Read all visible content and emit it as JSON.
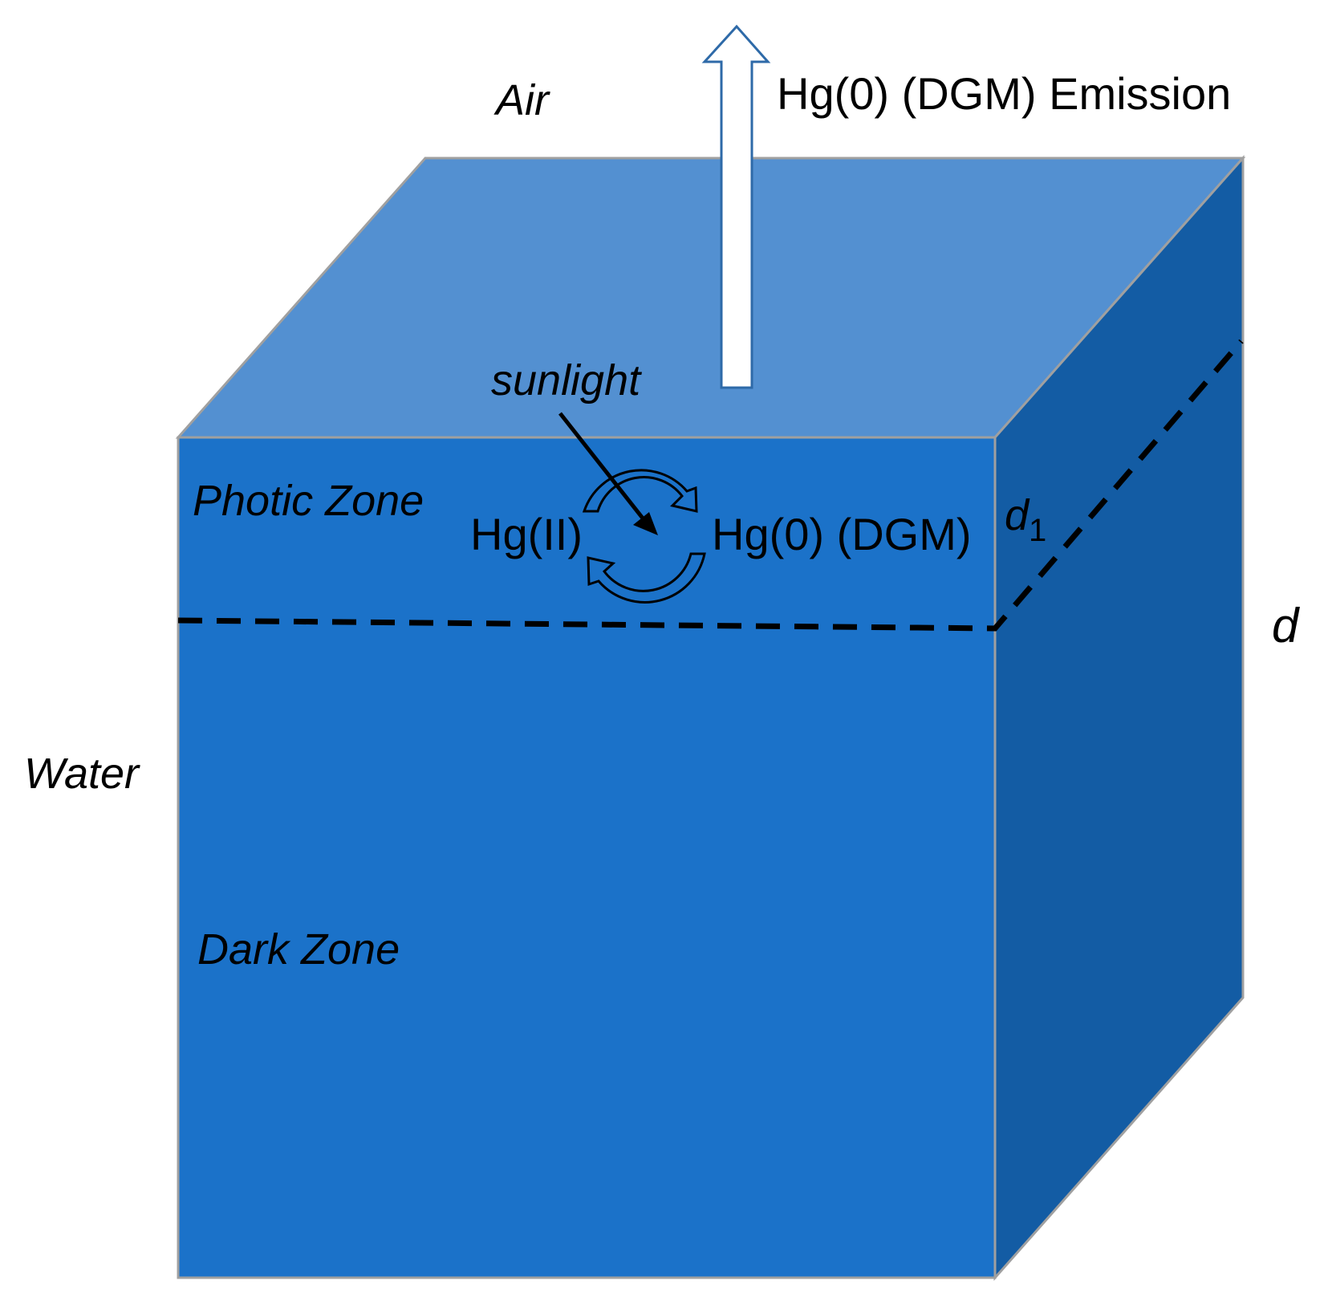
{
  "labels": {
    "air": "Air",
    "water": "Water",
    "emission": "Hg(0) (DGM) Emission",
    "sunlight": "sunlight",
    "photic_zone": "Photic Zone",
    "dark_zone": "Dark Zone",
    "hg_ii": "Hg(II)",
    "hg_0": "Hg(0) (DGM)",
    "d1_base": "d",
    "d1_sub": "1",
    "d": "d"
  },
  "colors": {
    "top_face": "#5390d1",
    "front_face": "#1b72c9",
    "side_face": "#135ca4",
    "edge": "#a0a0a0",
    "emission_arrow": "#2e6aa8",
    "line": "#000000"
  }
}
